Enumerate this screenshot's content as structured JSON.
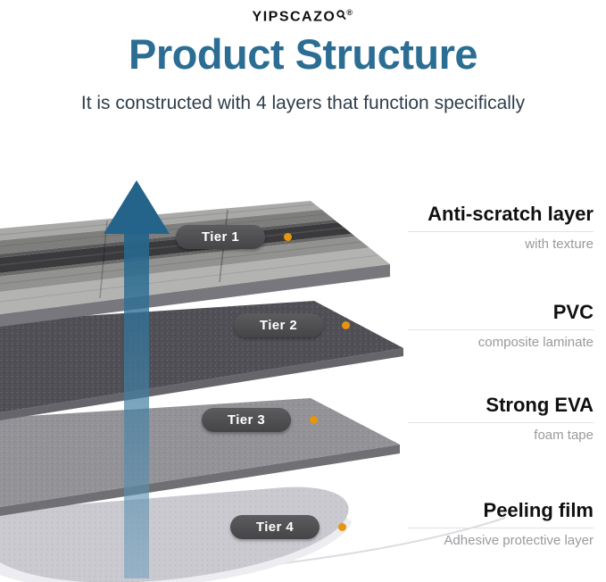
{
  "brand": {
    "name": "YIPSCAZO",
    "registered": "®"
  },
  "header": {
    "title": "Product Structure",
    "subtitle": "It is constructed with 4 layers that function specifically"
  },
  "tiers": [
    {
      "pill": "Tier 1",
      "label": "Anti-scratch layer",
      "sublabel": "with texture"
    },
    {
      "pill": "Tier 2",
      "label": "PVC",
      "sublabel": "composite laminate"
    },
    {
      "pill": "Tier 3",
      "label": "Strong EVA",
      "sublabel": "foam tape"
    },
    {
      "pill": "Tier 4",
      "label": "Peeling film",
      "sublabel": "Adhesive protective layer"
    }
  ],
  "diagram": {
    "layer_count": 4,
    "arrow_direction": "up"
  },
  "icons": {
    "logo_magnifier": "magnifier-icon",
    "direction_arrow": "arrow-up-icon",
    "connector": "orange-dot"
  },
  "colors": {
    "title_blue": "#2b6d93",
    "subtitle_dark": "#2f3e4c",
    "arrow_blue": "#24648b",
    "dot_orange": "#e8940c",
    "pill_gray": "#4b4b4e",
    "wood_dark_stripe": "#3a3a3d",
    "pvc_gray": "#4f4f55",
    "eva_gray": "#929297",
    "film_gray": "#c9c9cf"
  }
}
